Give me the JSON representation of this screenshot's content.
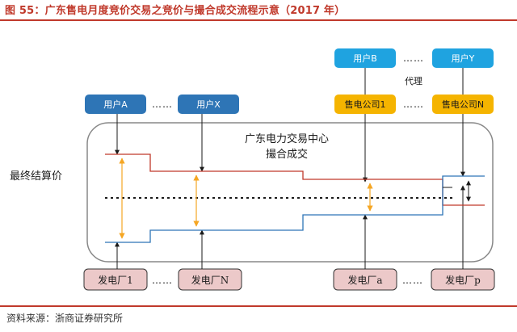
{
  "title": "图 55：广东售电月度竞价交易之竞价与撮合成交流程示意（2017 年）",
  "source": "资料来源：浙商证券研究所",
  "users": {
    "user_a": "用户A",
    "user_x": "用户X",
    "user_b": "用户B",
    "user_y": "用户Y"
  },
  "retailers": {
    "retailer_1": "售电公司1",
    "retailer_n": "售电公司N"
  },
  "agent_label": "代理",
  "center": {
    "name": "广东电力交易中心",
    "subtitle": "撮合成交"
  },
  "settlement_label": "最终结算价",
  "plants": {
    "plant_1": "发电厂1",
    "plant_n": "发电厂N",
    "plant_a": "发电厂a",
    "plant_p": "发电厂p"
  },
  "ellipsis": "……",
  "colors": {
    "title_red": "#c0392b",
    "user_box": "#2e75b6",
    "user_box_light": "#1fa3e0",
    "retailer_box": "#f5b400",
    "plant_box": "#ecc9c9",
    "demand_curve": "#c0392b",
    "supply_curve": "#2e75b6",
    "bracket_orange": "#f5a623"
  }
}
